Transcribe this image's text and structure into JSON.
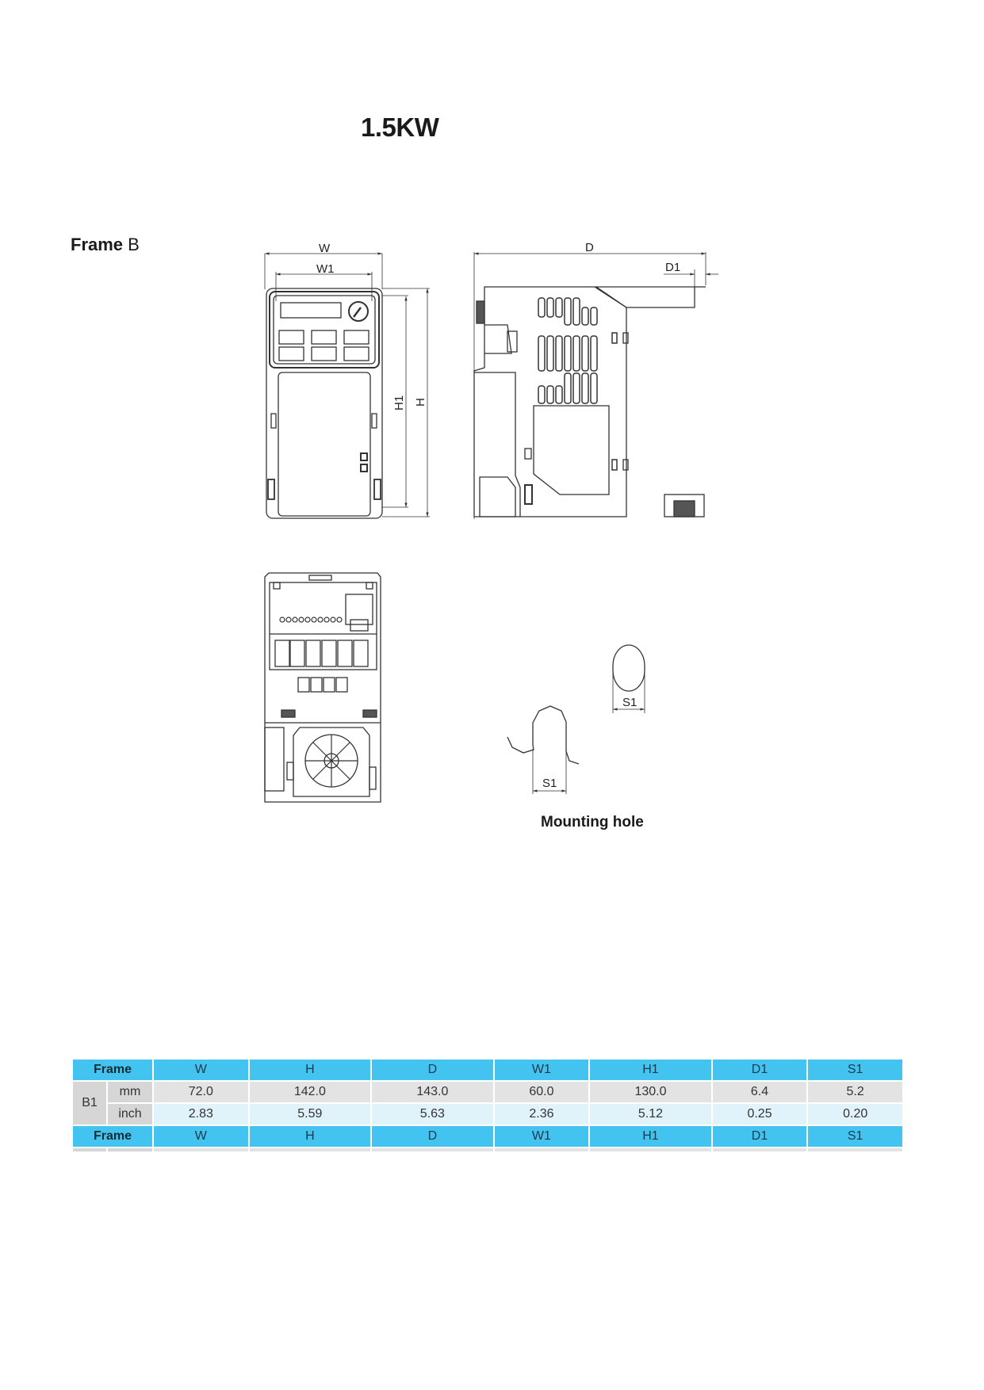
{
  "page": {
    "title": "1.5KW",
    "frame_label_bold": "Frame",
    "frame_label_letter": "B"
  },
  "drawing": {
    "front_view": {
      "dims": [
        "W",
        "W1",
        "H1",
        "H"
      ]
    },
    "side_view": {
      "dims": [
        "D",
        "D1"
      ]
    },
    "mounting_hole": {
      "dims": [
        "S1",
        "S1"
      ],
      "caption": "Mounting hole"
    }
  },
  "table": {
    "headers": [
      "Frame",
      "W",
      "H",
      "D",
      "W1",
      "H1",
      "D1",
      "S1"
    ],
    "rows": [
      {
        "frame": "B1",
        "unit": "mm",
        "values": [
          "72.0",
          "142.0",
          "143.0",
          "60.0",
          "130.0",
          "6.4",
          "5.2"
        ]
      },
      {
        "frame": "B1",
        "unit": "inch",
        "values": [
          "2.83",
          "5.59",
          "5.63",
          "2.36",
          "5.12",
          "0.25",
          "0.20"
        ]
      }
    ],
    "repeat_headers": [
      "Frame",
      "W",
      "H",
      "D",
      "W1",
      "H1",
      "D1",
      "S1"
    ]
  },
  "colors": {
    "header_bg": "#43c4f0",
    "mm_row_bg": "#e3e3e3",
    "inch_row_bg": "#e0f3fb",
    "frame_cell_bg": "#d6d6d6"
  }
}
